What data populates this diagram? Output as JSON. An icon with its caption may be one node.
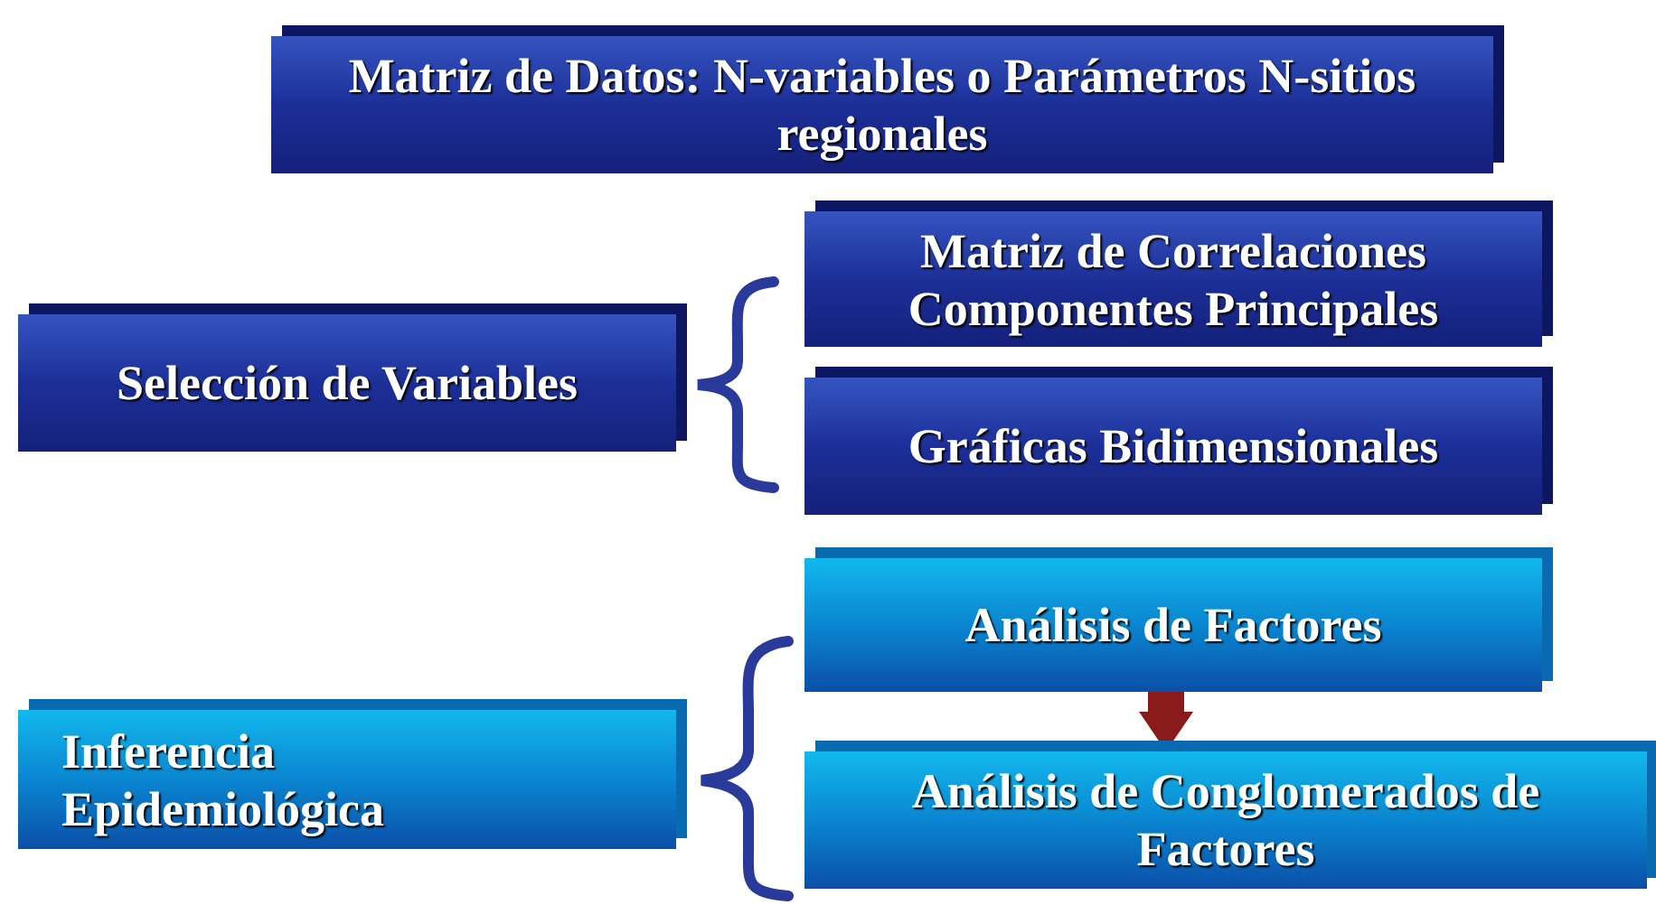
{
  "diagram": {
    "nodes": [
      {
        "text": [
          "Matriz de Datos: N-variables o Parámetros N-sitios regionales"
        ]
      },
      {
        "text": [
          "Selección de Variables"
        ]
      },
      {
        "text": [
          "Matriz de Correlaciones",
          "Componentes Principales"
        ]
      },
      {
        "text": [
          "Gráficas Bidimensionales"
        ]
      },
      {
        "text": [
          "Inferencia Epidemiológica"
        ]
      },
      {
        "text": [
          "Análisis de Factores"
        ]
      },
      {
        "text": [
          "Análisis de Conglomerados de Factores"
        ]
      }
    ],
    "edges": [
      {
        "from": 5,
        "to": 6,
        "arrow": "to",
        "color": "#8b1a1a"
      }
    ]
  }
}
